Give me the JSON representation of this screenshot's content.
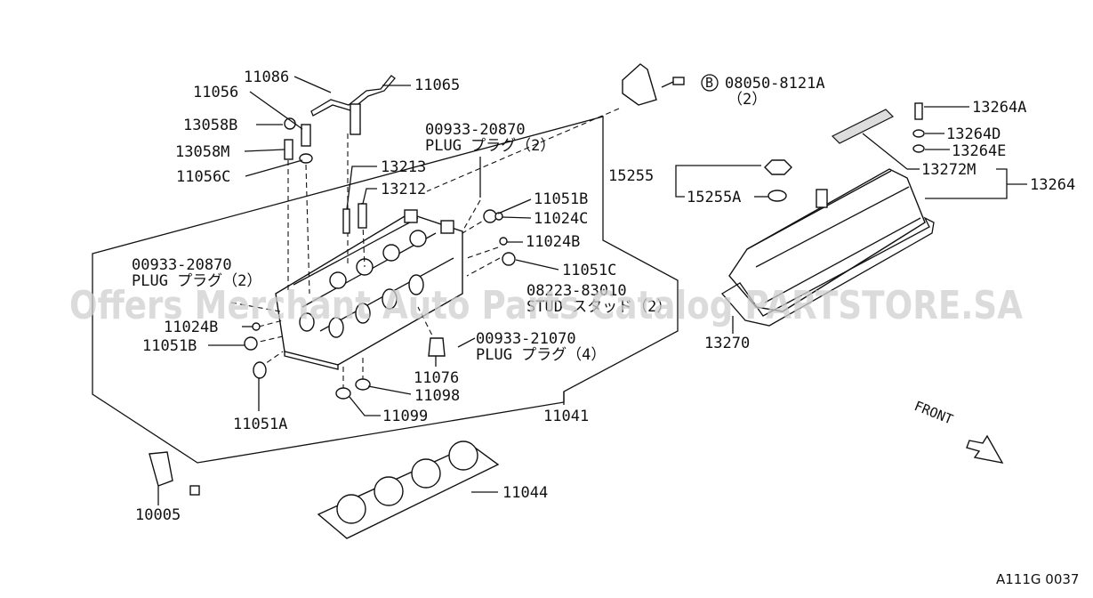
{
  "watermark": "Offers Merchant Auto Parts Catalog PARTSTORE.SA",
  "diagram_code": "A111G 0037",
  "front_label": "FRONT",
  "callouts": {
    "p11086": "11086",
    "p11065": "11065",
    "p11056": "11056",
    "p13058b": "13058B",
    "p13058m": "13058M",
    "p11056c": "11056C",
    "p13213": "13213",
    "p13212": "13212",
    "plug_top_num": "00933-20870",
    "plug_top_desc": "PLUG プラグ（2）",
    "p11051b_top": "11051B",
    "p11024c": "11024C",
    "p11024b_top": "11024B",
    "p11051c": "11051C",
    "plug_left_num": "00933-20870",
    "plug_left_desc": "PLUG プラグ（2）",
    "stud_num": "08223-83010",
    "stud_desc": "STUD スタッド（2）",
    "p11024b_left": "11024B",
    "p11051b_left": "11051B",
    "plug_bot_num": "00933-21070",
    "plug_bot_desc": "PLUG プラグ（4）",
    "p11076": "11076",
    "p11098": "11098",
    "p11051a": "11051A",
    "p11099": "11099",
    "p11041": "11041",
    "p11044": "11044",
    "p10005": "10005",
    "bolt_ref_letter": "B",
    "bolt_num": "08050-8121A",
    "bolt_qty": "（2）",
    "p13264a": "13264A",
    "p13264d": "13264D",
    "p13264e": "13264E",
    "p15255": "15255",
    "p15255a": "15255A",
    "p13272m": "13272M",
    "p13264": "13264",
    "p13270": "13270"
  }
}
